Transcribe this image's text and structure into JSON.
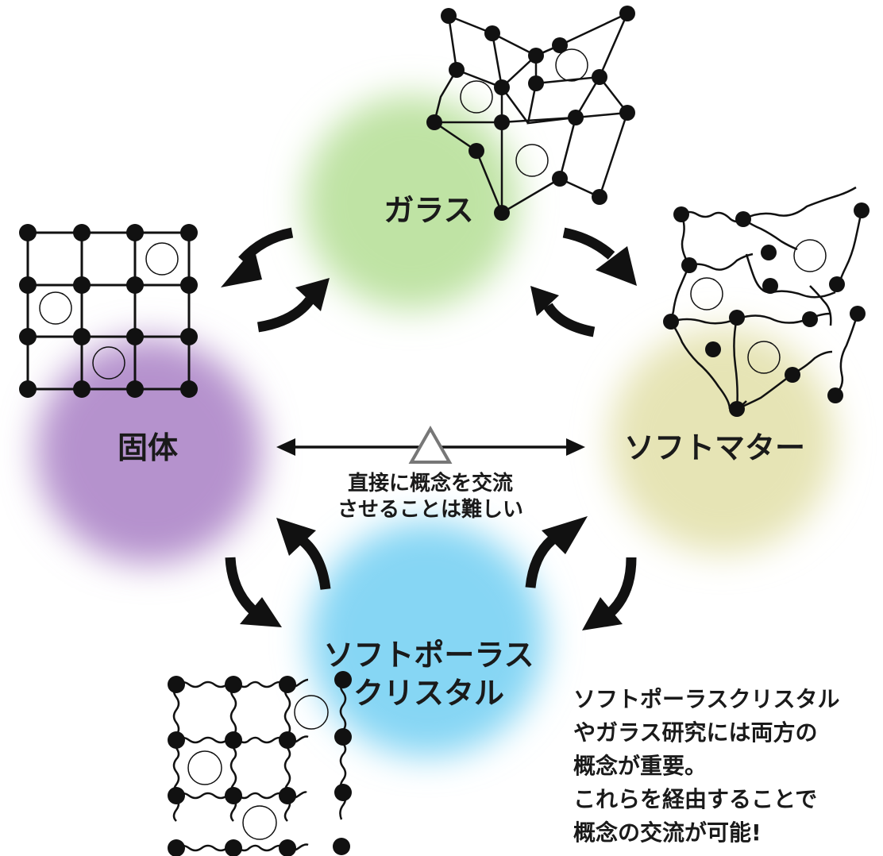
{
  "nodes": {
    "glass": {
      "label": "ガラス",
      "color": "#bfe3a4"
    },
    "solid": {
      "label": "固体",
      "color": "#b592cd"
    },
    "soft_matter": {
      "label": "ソフトマター",
      "color": "#e6e4b5"
    },
    "soft_porous_crystal": {
      "label_line1": "ソフトポーラス",
      "label_line2": "クリスタル",
      "color": "#86d6f4"
    }
  },
  "center_note": {
    "line1": "直接に概念を交流",
    "line2": "させることは難しい"
  },
  "side_note": {
    "line1": "ソフトポーラスクリスタル",
    "line2": "やガラス研究には両方の",
    "line3": "概念が重要。",
    "line4": "これらを経由することで",
    "line5": "概念の交流が可能!"
  },
  "icons": {
    "solid_lattice": "square-lattice-icon",
    "glass_network": "disordered-network-icon",
    "soft_network": "wavy-network-icon",
    "porous_lattice": "wavy-lattice-icon"
  }
}
